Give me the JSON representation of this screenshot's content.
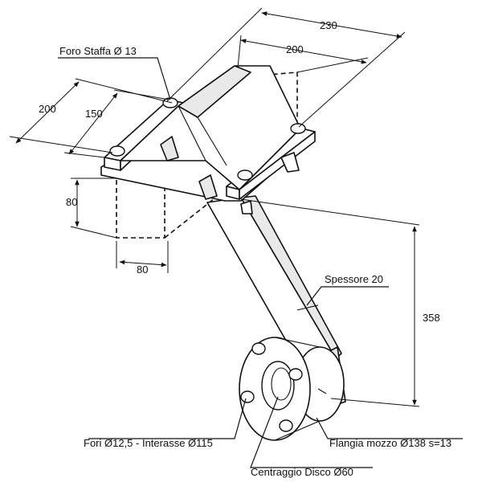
{
  "labels": {
    "foro_staffa": "Foro Staffa Ø 13",
    "spessore": "Spessore 20",
    "fori": "Fori Ø12,5 - Interasse Ø115",
    "flangia": "Flangia mozzo Ø138 s=13",
    "centraggio": "Centraggio Disco Ø60"
  },
  "dimensions": {
    "d230": "230",
    "d200_top": "200",
    "d200_left": "200",
    "d150": "150",
    "d80_vert": "80",
    "d80_horiz": "80",
    "d358": "358"
  }
}
